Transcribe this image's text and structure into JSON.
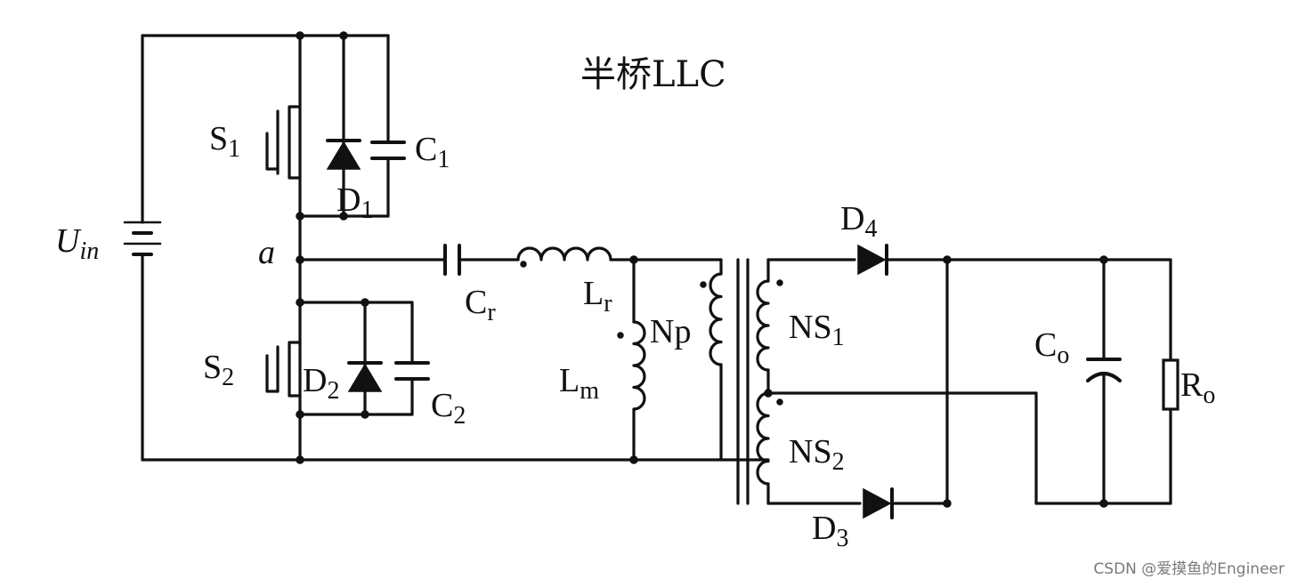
{
  "title": "半桥LLC",
  "watermark": "CSDN @爱摸鱼的Engineer",
  "labels": {
    "uin_main": "U",
    "uin_sub": "in",
    "node_a": "a",
    "s1_main": "S",
    "s1_sub": "1",
    "s2_main": "S",
    "s2_sub": "2",
    "d1_main": "D",
    "d1_sub": "1",
    "d2_main": "D",
    "d2_sub": "2",
    "c1_main": "C",
    "c1_sub": "1",
    "c2_main": "C",
    "c2_sub": "2",
    "cr_main": "C",
    "cr_sub": "r",
    "lr_main": "L",
    "lr_sub": "r",
    "lm_main": "L",
    "lm_sub": "m",
    "np": "Np",
    "ns1_main": "NS",
    "ns1_sub": "1",
    "ns2_main": "NS",
    "ns2_sub": "2",
    "d3_main": "D",
    "d3_sub": "3",
    "d4_main": "D",
    "d4_sub": "4",
    "co_main": "C",
    "co_sub": "o",
    "ro_main": "R",
    "ro_sub": "o"
  }
}
